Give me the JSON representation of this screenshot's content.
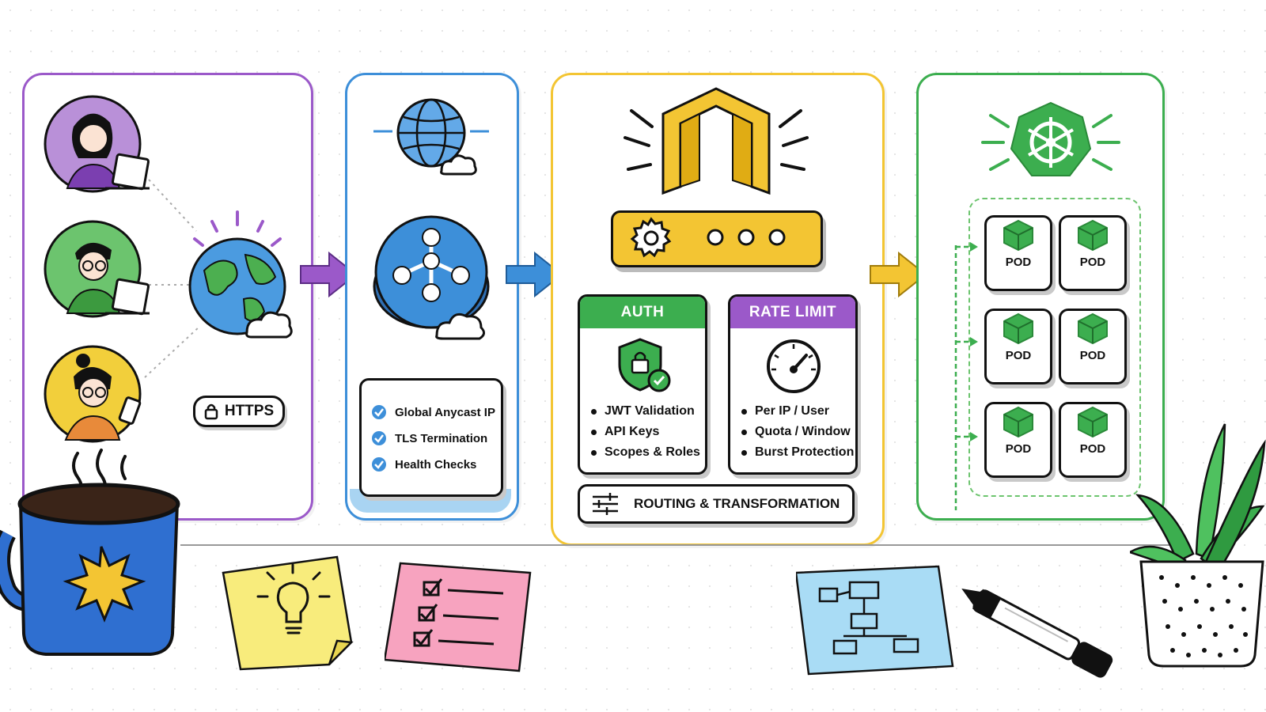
{
  "colors": {
    "purple": "#9b59c9",
    "blue": "#3d8fd9",
    "yellow": "#f3c533",
    "green": "#3cae4f",
    "pink": "#f7a3bf",
    "sticky_yellow": "#f8ec7c",
    "sticky_blue": "#a9dcf5"
  },
  "clients": {
    "protocol_label": "HTTPS"
  },
  "load_balancer": {
    "features": [
      "Global Anycast IP",
      "TLS Termination",
      "Health Checks"
    ]
  },
  "gateway": {
    "auth": {
      "title": "AUTH",
      "items": [
        "JWT Validation",
        "API Keys",
        "Scopes & Roles"
      ]
    },
    "rate_limit": {
      "title": "RATE LIMIT",
      "items": [
        "Per IP / User",
        "Quota / Window",
        "Burst Protection"
      ]
    },
    "routing_label": "ROUTING & TRANSFORMATION"
  },
  "cluster": {
    "pods": [
      "POD",
      "POD",
      "POD",
      "POD",
      "POD",
      "POD"
    ]
  }
}
